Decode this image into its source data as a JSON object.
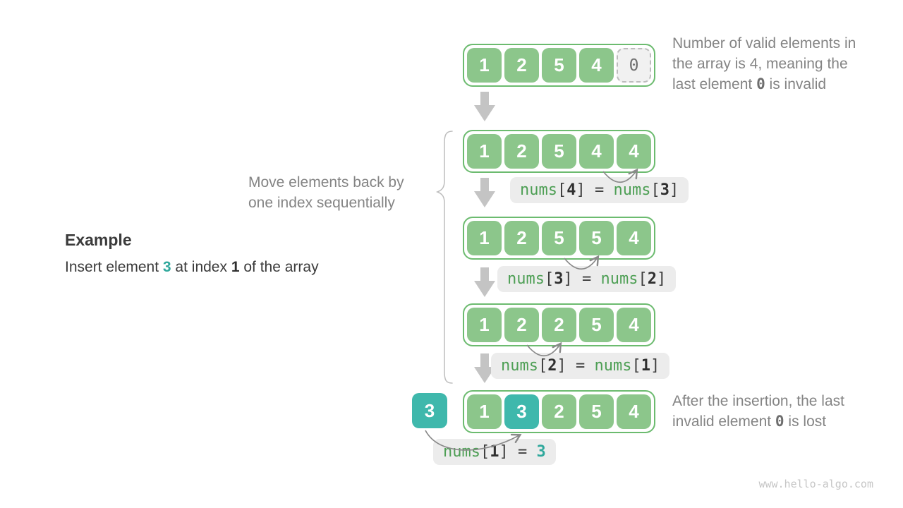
{
  "example": {
    "title": "Example",
    "description": [
      {
        "t": "Insert element "
      },
      {
        "t": "3",
        "c": "teal-bold"
      },
      {
        "t": " at index "
      },
      {
        "t": "1",
        "c": "bold"
      },
      {
        "t": " of the array"
      }
    ]
  },
  "annotations": {
    "top_note": {
      "line1": [
        {
          "t": "Number of valid elements in"
        }
      ],
      "line2": [
        {
          "t": "the array is 4, meaning the"
        }
      ],
      "line3": [
        {
          "t": "last element "
        },
        {
          "t": "0",
          "c": "mono"
        },
        {
          "t": " is invalid"
        }
      ]
    },
    "move_note": {
      "line1": [
        {
          "t": "Move elements back by"
        }
      ],
      "line2": [
        {
          "t": "one index sequentially"
        }
      ]
    },
    "bottom_note": {
      "line1": [
        {
          "t": "After the insertion, the last"
        }
      ],
      "line2": [
        {
          "t": "invalid element "
        },
        {
          "t": "0",
          "c": "mono"
        },
        {
          "t": " is lost"
        }
      ]
    }
  },
  "rows": [
    {
      "cells": [
        "1",
        "2",
        "5",
        "4",
        "0"
      ]
    },
    {
      "cells": [
        "1",
        "2",
        "5",
        "4",
        "4"
      ],
      "label": [
        {
          "t": "nums",
          "c": "green"
        },
        {
          "t": "[",
          "c": "dark"
        },
        {
          "t": "4",
          "c": "bold"
        },
        {
          "t": "]",
          "c": "dark"
        },
        {
          "t": " = ",
          "c": "dark"
        },
        {
          "t": "nums",
          "c": "green"
        },
        {
          "t": "[",
          "c": "dark"
        },
        {
          "t": "3",
          "c": "bold"
        },
        {
          "t": "]",
          "c": "dark"
        }
      ]
    },
    {
      "cells": [
        "1",
        "2",
        "5",
        "5",
        "4"
      ],
      "label": [
        {
          "t": "nums",
          "c": "green"
        },
        {
          "t": "[",
          "c": "dark"
        },
        {
          "t": "3",
          "c": "bold"
        },
        {
          "t": "]",
          "c": "dark"
        },
        {
          "t": " = ",
          "c": "dark"
        },
        {
          "t": "nums",
          "c": "green"
        },
        {
          "t": "[",
          "c": "dark"
        },
        {
          "t": "2",
          "c": "bold"
        },
        {
          "t": "]",
          "c": "dark"
        }
      ]
    },
    {
      "cells": [
        "1",
        "2",
        "2",
        "5",
        "4"
      ],
      "label": [
        {
          "t": "nums",
          "c": "green"
        },
        {
          "t": "[",
          "c": "dark"
        },
        {
          "t": "2",
          "c": "bold"
        },
        {
          "t": "]",
          "c": "dark"
        },
        {
          "t": " = ",
          "c": "dark"
        },
        {
          "t": "nums",
          "c": "green"
        },
        {
          "t": "[",
          "c": "dark"
        },
        {
          "t": "1",
          "c": "bold"
        },
        {
          "t": "]",
          "c": "dark"
        }
      ]
    },
    {
      "cells": [
        "1",
        "3",
        "2",
        "5",
        "4"
      ],
      "label": [
        {
          "t": "nums",
          "c": "green"
        },
        {
          "t": "[",
          "c": "dark"
        },
        {
          "t": "1",
          "c": "bold"
        },
        {
          "t": "]",
          "c": "dark"
        },
        {
          "t": " = ",
          "c": "dark"
        },
        {
          "t": "3",
          "c": "teal-bold"
        }
      ]
    }
  ],
  "inserted_value": "3",
  "watermark": "www.hello-algo.com",
  "colors": {
    "cell_green": "#8CC68B",
    "border_green": "#6CBB6F",
    "teal": "#3FB8AC",
    "code_green": "#4E9F55",
    "label_bg": "#ECECEC",
    "note_gray": "#848484",
    "arrow_gray": "#C4C4C4",
    "arc_gray": "#8A8A8A"
  }
}
